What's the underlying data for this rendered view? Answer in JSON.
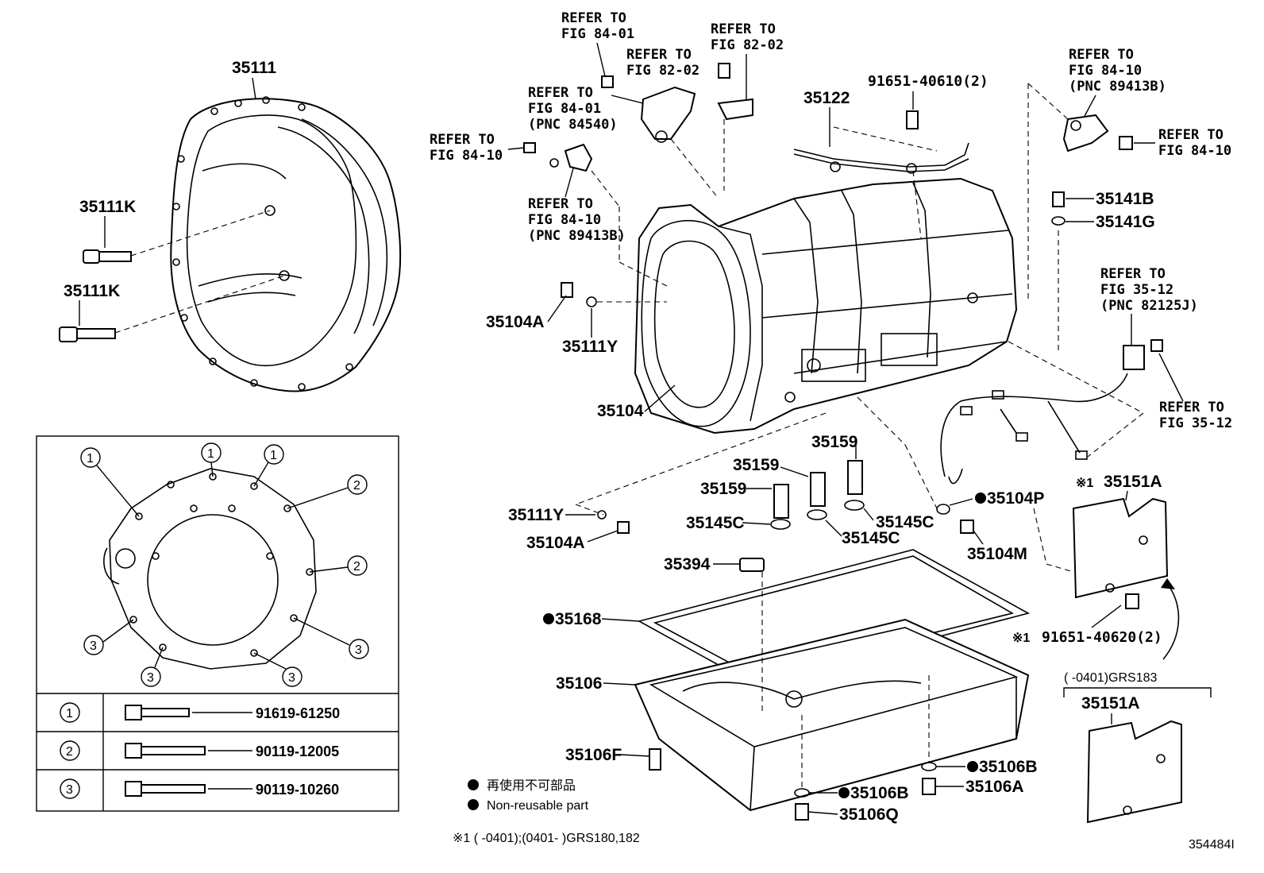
{
  "labels": {
    "p35111": "35111",
    "p35111k_a": "35111K",
    "p35111k_b": "35111K",
    "p35104a_a": "35104A",
    "p35111y_a": "35111Y",
    "p35104": "35104",
    "p35122": "35122",
    "p91651_40610": "91651-40610(2)",
    "p35141b": "35141B",
    "p35141g": "35141G",
    "p35159_a": "35159",
    "p35159_b": "35159",
    "p35159_c": "35159",
    "p35111y_b": "35111Y",
    "p35104a_b": "35104A",
    "p35145c_a": "35145C",
    "p35145c_b": "35145C",
    "p35145c_c": "35145C",
    "p35104p": "35104P",
    "p35104m": "35104M",
    "p35151a_a": "35151A",
    "p35151a_b": "35151A",
    "p91651_40620": "91651-40620(2)",
    "p35394": "35394",
    "p35168": "35168",
    "p35106": "35106",
    "p35106f": "35106F",
    "p35106b_a": "35106B",
    "p35106b_b": "35106B",
    "p35106a": "35106A",
    "p35106q": "35106Q"
  },
  "refs": {
    "r1_line1": "REFER TO",
    "r1_line2": "FIG 84-01",
    "r2_line1": "REFER TO",
    "r2_line2": "FIG 82-02",
    "r3_line1": "REFER TO",
    "r3_line2": "FIG 82-02",
    "r4_line1": "REFER TO",
    "r4_line2": "FIG 84-01",
    "r4_line3": "(PNC 84540)",
    "r5_line1": "REFER TO",
    "r5_line2": "FIG 84-10",
    "r6_line1": "REFER TO",
    "r6_line2": "FIG 84-10",
    "r6_line3": "(PNC 89413B)",
    "r7_line1": "REFER TO",
    "r7_line2": "FIG 84-10",
    "r7_line3": "(PNC 89413B)",
    "r8_line1": "REFER TO",
    "r8_line2": "FIG 84-10",
    "r9_line1": "REFER TO",
    "r9_line2": "FIG 35-12",
    "r9_line3": "(PNC 82125J)",
    "r10_line1": "REFER TO",
    "r10_line2": "FIG 35-12"
  },
  "notes": {
    "mark1_a": "※1",
    "mark1_b": "※1",
    "gr183": "(       -0401)GRS183",
    "footnote": "※1 (       -0401);(0401-       )GRS180,182",
    "legend_jp": "再使用不可部品",
    "legend_en": "Non-reusable part",
    "figure_no": "354484I"
  },
  "bolt_table": {
    "rows": [
      {
        "num": "1",
        "part": "91619-61250"
      },
      {
        "num": "2",
        "part": "90119-12005"
      },
      {
        "num": "3",
        "part": "90119-10260"
      }
    ]
  },
  "inset_callouts": [
    "1",
    "1",
    "1",
    "2",
    "2",
    "3",
    "3",
    "3",
    "3"
  ]
}
